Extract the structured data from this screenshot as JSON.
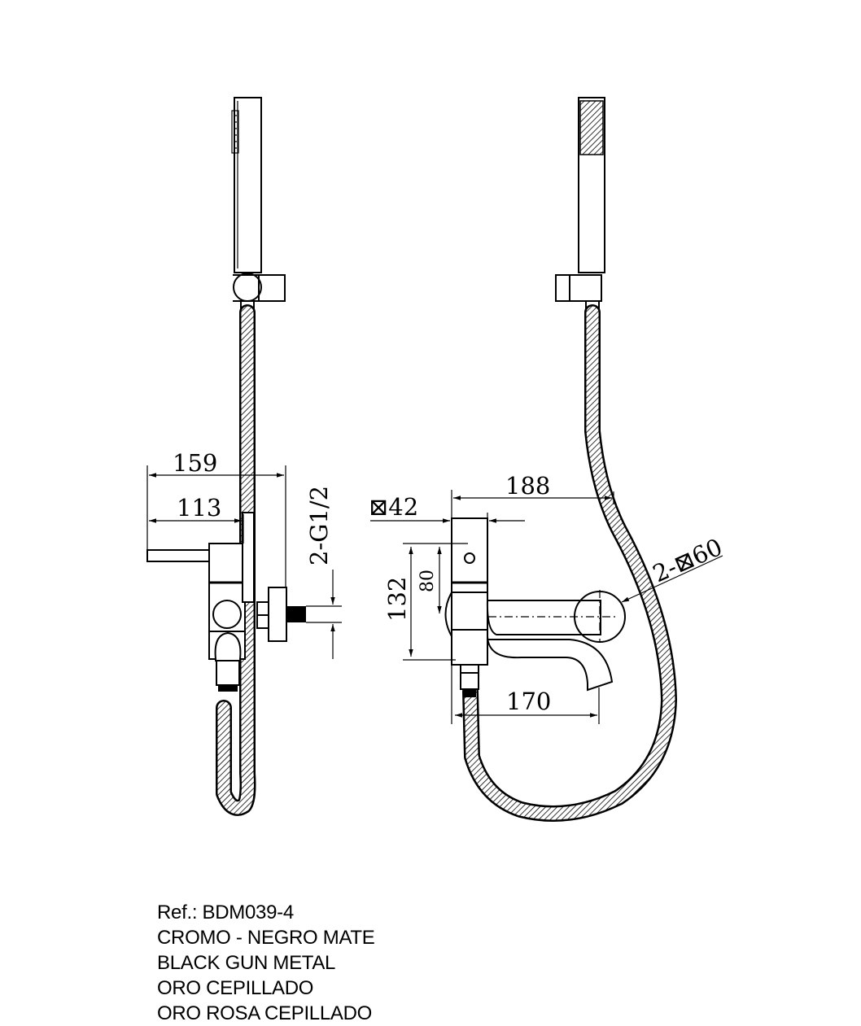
{
  "dimensions": {
    "d159": "159",
    "d113": "113",
    "d_g12": "2-G1/2",
    "d188": "188",
    "d42": "⊠42",
    "d132": "132",
    "d80": "80",
    "d60": "2-⊠60",
    "d170": "170"
  },
  "product": {
    "ref": "Ref.: BDM039-4",
    "finishes": [
      "CROMO - NEGRO MATE",
      "BLACK GUN METAL",
      "ORO CEPILLADO",
      "ORO ROSA CEPILLADO"
    ]
  }
}
